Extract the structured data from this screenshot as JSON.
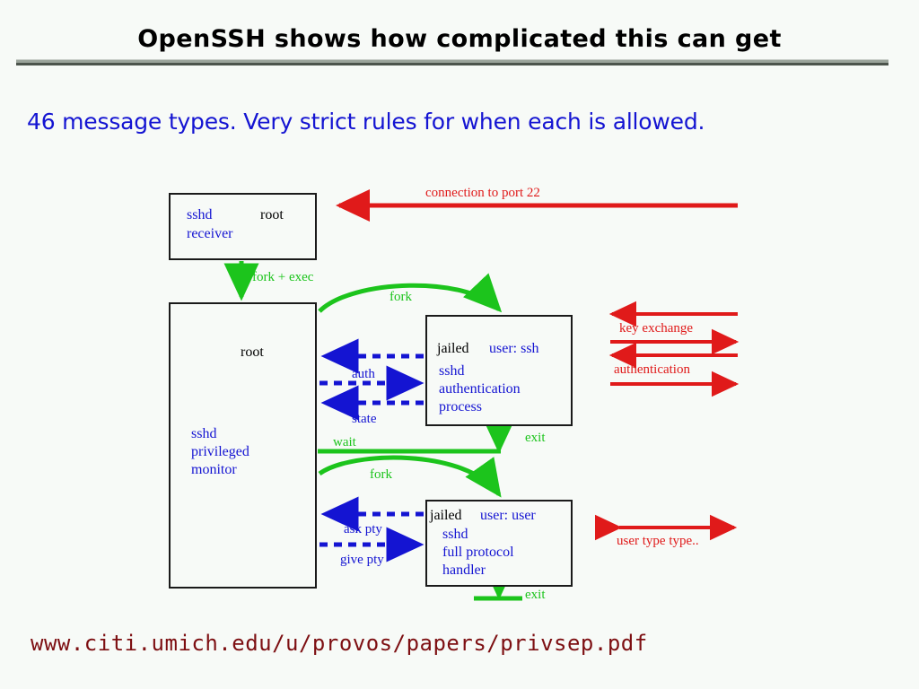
{
  "slide": {
    "title": "OpenSSH shows how complicated this can get",
    "subtitle": "46 message types.  Very strict rules for when each is allowed.",
    "footer_url": "www.citi.umich.edu/u/provos/papers/privsep.pdf",
    "background_color": "#f7faf7",
    "rule_color": "#9aa39a"
  },
  "colors": {
    "blue": "#1414d2",
    "green": "#1cc41c",
    "red": "#e01a1a",
    "black": "#000000",
    "dark_red": "#7d0f12"
  },
  "diagram": {
    "nodes": [
      {
        "id": "receiver",
        "label_process": "sshd",
        "label_user": "root",
        "label_role": "receiver"
      },
      {
        "id": "monitor",
        "label_user": "root",
        "label_lines": "sshd\nprivileged\nmonitor"
      },
      {
        "id": "auth-process",
        "label_jailed": "jailed",
        "label_user": "user: ssh",
        "label_lines": "sshd\nauthentication\nprocess"
      },
      {
        "id": "protocol-handler",
        "label_jailed": "jailed",
        "label_user": "user: user",
        "label_lines": "sshd\nfull protocol\nhandler"
      }
    ],
    "edges": {
      "fork_exec": "fork + exec",
      "fork_top": "fork",
      "fork_bottom": "fork",
      "wait": "wait",
      "exit_middle": "exit",
      "exit_bottom": "exit",
      "auth": "auth",
      "state": "state",
      "ask_pty": "ask pty",
      "give_pty": "give pty"
    },
    "external": {
      "connection": "connection to port 22",
      "key_exchange": "key exchange",
      "authentication": "authentication",
      "user_type": "user type type.."
    }
  }
}
